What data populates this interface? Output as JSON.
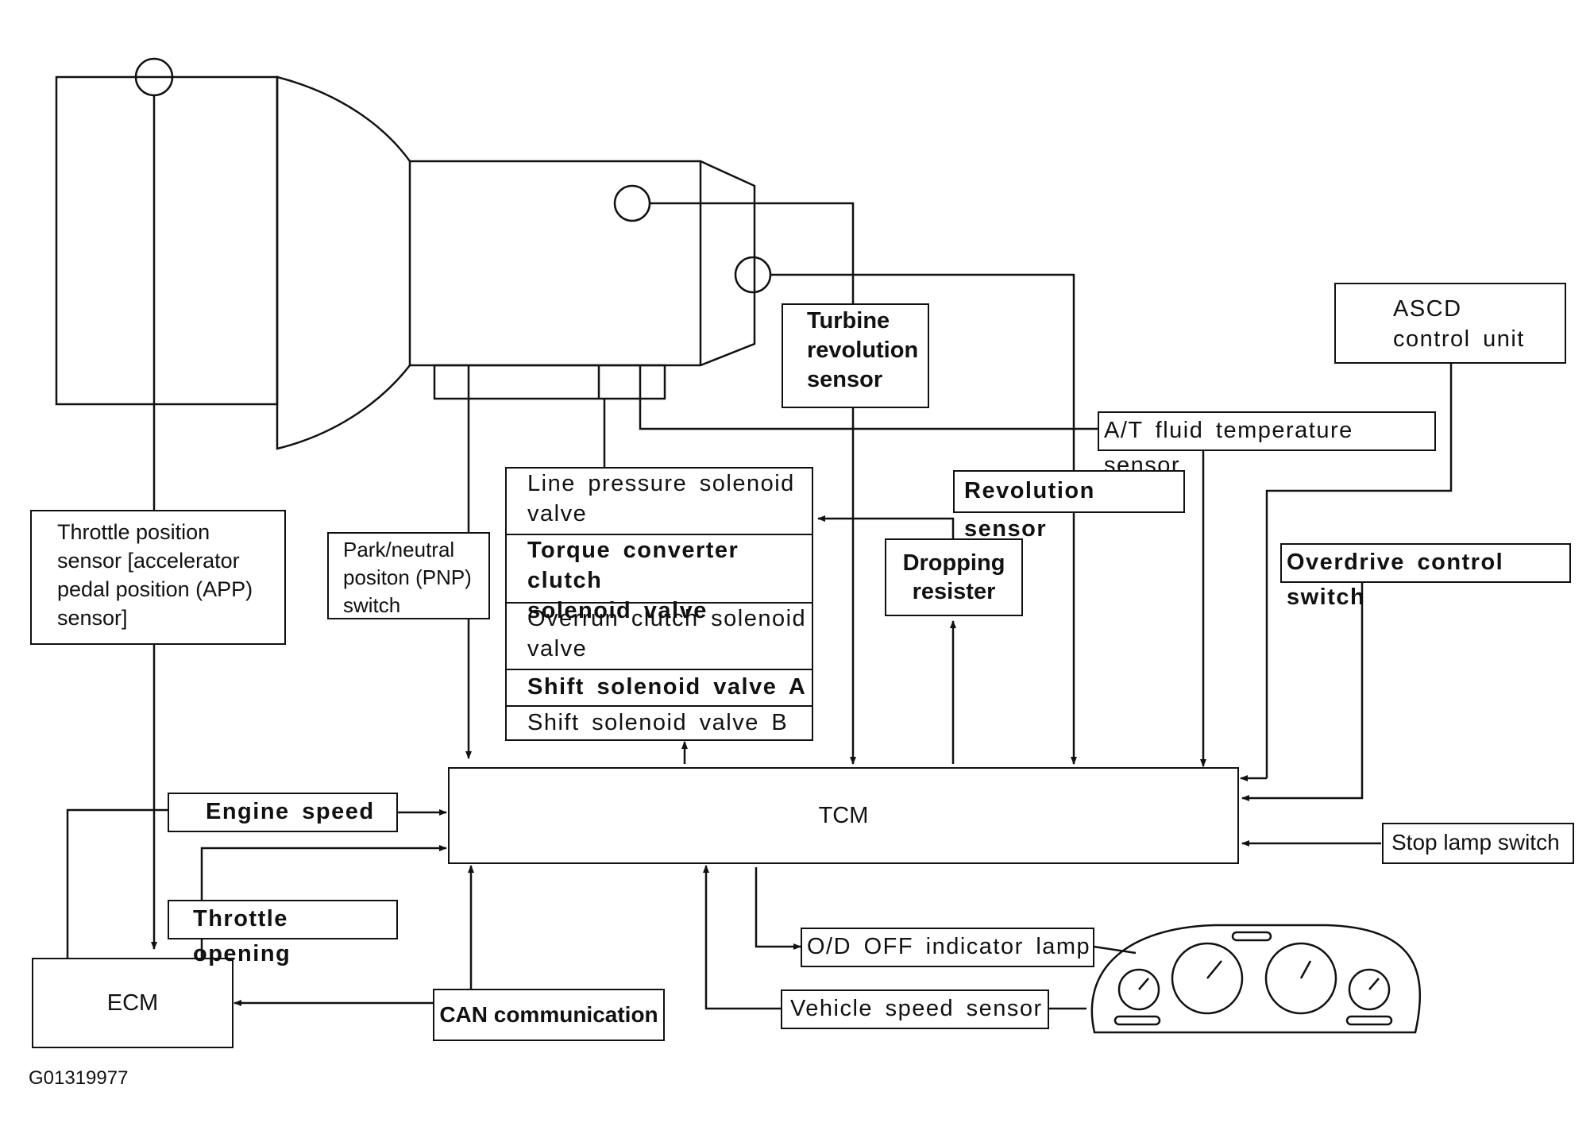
{
  "diagram": {
    "figure_id": "G01319977",
    "center": "TCM",
    "ecm": "ECM",
    "signals": {
      "engine_speed": "Engine speed",
      "throttle_opening": "Throttle opening",
      "can_communication": "CAN communication"
    },
    "sensors": {
      "throttle_position": "Throttle position\nsensor [accelerator\npedal position (APP)\nsensor]",
      "pnp_switch": "Park/neutral\npositon (PNP)\nswitch",
      "turbine_revolution": "Turbine\nrevolution\nsensor",
      "at_fluid_temp": "A/T fluid temperature sensor",
      "revolution": "Revolution sensor",
      "dropping_resister": "Dropping\nresister",
      "overdrive_control": "Overdrive control switch",
      "stop_lamp": "Stop lamp switch",
      "ascd_unit": "ASCD\ncontrol unit",
      "od_off_lamp": "O/D OFF indicator lamp",
      "vehicle_speed": "Vehicle speed sensor"
    },
    "solenoids": [
      "Line pressure solenoid\nvalve",
      "Torque converter clutch\nsolenoid valve",
      "Overrun clutch solenoid\nvalve",
      "Shift solenoid valve A",
      "Shift solenoid valve B"
    ]
  }
}
